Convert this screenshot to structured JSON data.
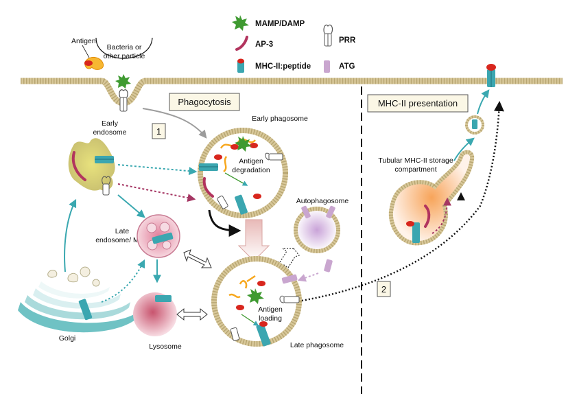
{
  "legend": {
    "mamp": "MAMP/DAMP",
    "prr": "PRR",
    "ap3": "AP-3",
    "mhc": "MHC-II:peptide",
    "atg": "ATG"
  },
  "labels": {
    "antigen": "Antigen",
    "bacteria_line1": "Bacteria or",
    "bacteria_line2": "other particle",
    "phagocytosis": "Phagocytosis",
    "mhc_presentation": "MHC-II presentation",
    "early_endosome_line1": "Early",
    "early_endosome_line2": "endosome",
    "early_phagosome": "Early phagosome",
    "antigen_degradation_line1": "Antigen",
    "antigen_degradation_line2": "degradation",
    "late_endosome_line1": "Late",
    "late_endosome_line2": "endosome/ MVB",
    "autophagosome": "Autophagosome",
    "lysosome": "Lysosome",
    "golgi": "Golgi",
    "antigen_loading_line1": "Antigen",
    "antigen_loading_line2": "loading",
    "late_phagosome": "Late phagosome",
    "tubular_line1": "Tubular MHC-II storage",
    "tubular_line2": "compartment",
    "step1": "1",
    "step2": "2"
  },
  "colors": {
    "membrane": "#d8c89a",
    "membrane_dot": "#b8a672",
    "mhc_teal": "#3ba6b0",
    "mhc_peptide": "#d8261d",
    "ap3": "#b2345e",
    "atg": "#c9a6cf",
    "mamp": "#3f9a31",
    "arrow_teal": "#3aa8b0",
    "arrow_magenta": "#a53663",
    "arrow_grey": "#9c9c9c"
  }
}
